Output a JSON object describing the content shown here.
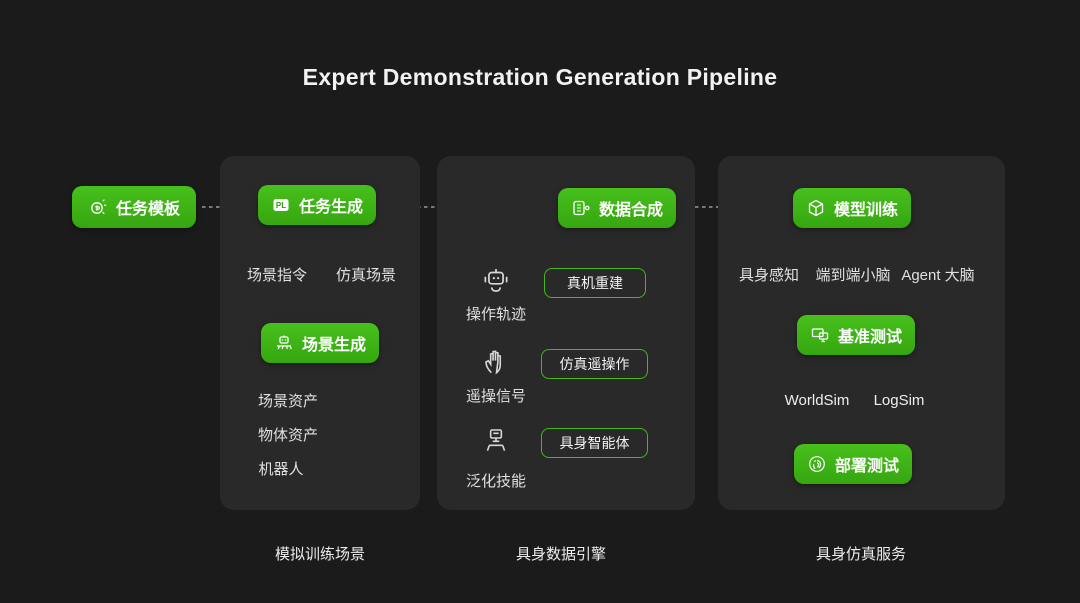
{
  "title": "Expert Demonstration Generation Pipeline",
  "colors": {
    "accent_green": "#3db315",
    "panel_background": "#292929",
    "page_background": "#1b1b1b",
    "arrow_gray": "#9a9a9a"
  },
  "source": {
    "label": "任务模板",
    "icon": "coin-sparkle-icon"
  },
  "panel1": {
    "caption": "模拟训练场景",
    "task_gen": "任务生成",
    "pl_badge": "PL",
    "scene_cmd": "场景指令",
    "sim_scene": "仿真场景",
    "scene_gen": "场景生成",
    "assets": [
      "场景资产",
      "物体资产",
      "机器人"
    ],
    "icons": {
      "task_gen": "pl-badge-icon",
      "scene_gen": "robot-conveyor-icon"
    }
  },
  "panel2": {
    "caption": "具身数据引擎",
    "data_synth": "数据合成",
    "rows": [
      {
        "icon": "robot-icon",
        "source": "操作轨迹",
        "target": "真机重建"
      },
      {
        "icon": "glove-icon",
        "source": "遥操信号",
        "target": "仿真遥操作"
      },
      {
        "icon": "machine-operator-icon",
        "source": "泛化技能",
        "target": "具身智能体"
      }
    ],
    "icons": {
      "data_synth": "recorder-icon"
    }
  },
  "panel3": {
    "caption": "具身仿真服务",
    "model_train": "模型训练",
    "brain_labels": [
      "具身感知",
      "端到端小脑",
      "Agent 大脑"
    ],
    "benchmark": "基准测试",
    "sim_labels": [
      "WorldSim",
      "LogSim"
    ],
    "deploy": "部署测试",
    "icons": {
      "model_train": "cube-icon",
      "benchmark": "dual-screen-icon",
      "deploy": "fingerprint-icon"
    }
  }
}
